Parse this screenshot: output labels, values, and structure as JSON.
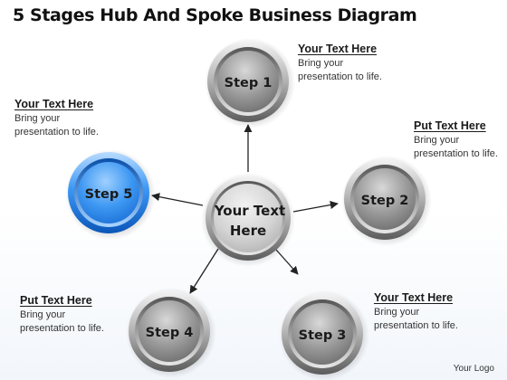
{
  "title": "5 Stages Hub And Spoke Business Diagram",
  "hub": {
    "label_line1": "Your Text",
    "label_line2": "Here"
  },
  "stages": [
    {
      "label": "Step 1",
      "color": "#8a8a8a"
    },
    {
      "label": "Step 2",
      "color": "#8a8a8a"
    },
    {
      "label": "Step 3",
      "color": "#8a8a8a"
    },
    {
      "label": "Step 4",
      "color": "#8a8a8a"
    },
    {
      "label": "Step 5",
      "color": "#2f8ff0"
    }
  ],
  "callouts": [
    {
      "heading": "Your Text Here",
      "body": "Bring your presentation to life."
    },
    {
      "heading": "Put Text Here",
      "body": "Bring your presentation to life."
    },
    {
      "heading": "Your Text Here",
      "body": "Bring your presentation to life."
    },
    {
      "heading": "Put Text Here",
      "body": "Bring your presentation to life."
    },
    {
      "heading": "Your Text Here",
      "body": "Bring your presentation to life."
    }
  ],
  "logo": "Your Logo"
}
